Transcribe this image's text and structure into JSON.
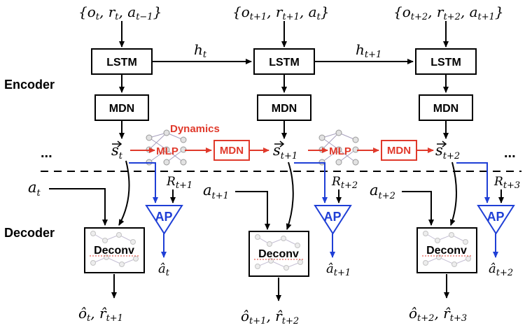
{
  "labels": {
    "encoder": "Encoder",
    "decoder": "Decoder",
    "dynamics": "Dynamics",
    "ellipsis": "..."
  },
  "boxes": {
    "lstm": "LSTM",
    "mdn": "MDN",
    "mlp": "MLP",
    "ap": "AP",
    "deconv": "Deconv"
  },
  "math": {
    "inputs": [
      {
        "o": "o",
        "os": "t",
        "r": "r",
        "rs": "t",
        "a": "a",
        "as": "t−1"
      },
      {
        "o": "o",
        "os": "t+1",
        "r": "r",
        "rs": "t+1",
        "a": "a",
        "as": "t"
      },
      {
        "o": "o",
        "os": "t+2",
        "r": "r",
        "rs": "t+2",
        "a": "a",
        "as": "t+1"
      }
    ],
    "hidden": [
      {
        "base": "h",
        "sub": "t"
      },
      {
        "base": "h",
        "sub": "t+1"
      }
    ],
    "states": [
      {
        "base": "s",
        "sub": "t"
      },
      {
        "base": "s",
        "sub": "t+1"
      },
      {
        "base": "s",
        "sub": "t+2"
      }
    ],
    "rewards": [
      {
        "base": "R",
        "sub": "t+1"
      },
      {
        "base": "R",
        "sub": "t+2"
      },
      {
        "base": "R",
        "sub": "t+3"
      }
    ],
    "actions": [
      {
        "base": "a",
        "sub": "t"
      },
      {
        "base": "a",
        "sub": "t+1"
      },
      {
        "base": "a",
        "sub": "t+2"
      }
    ],
    "pred_actions": [
      {
        "base": "â",
        "sub": "t"
      },
      {
        "base": "â",
        "sub": "t+1"
      },
      {
        "base": "â",
        "sub": "t+2"
      }
    ],
    "outputs": [
      {
        "o": "ô",
        "os": "t",
        "r": "r̂",
        "rs": "t+1"
      },
      {
        "o": "ô",
        "os": "t+1",
        "r": "r̂",
        "rs": "t+2"
      },
      {
        "o": "ô",
        "os": "t+2",
        "r": "r̂",
        "rs": "t+3"
      }
    ]
  },
  "colors": {
    "dynamics": "#e0392b",
    "ap": "#1f3fd6",
    "default": "#000000"
  }
}
